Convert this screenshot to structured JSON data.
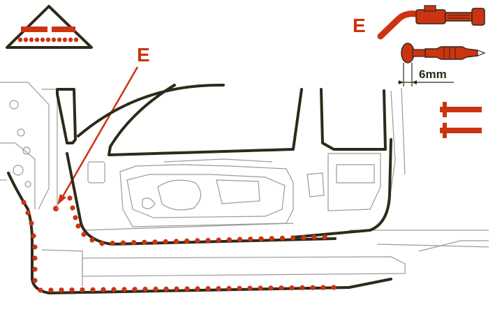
{
  "labels": {
    "callout_main": "E",
    "callout_tool": "E",
    "dimension": "6mm"
  },
  "icons": {
    "warning_triangle": "triangle-spot-weld-symbol-icon",
    "weld_tool": "spot-weld-gun-icon",
    "drill_bit": "spot-weld-cutter-drill-icon",
    "weld_legend": "spot-weld-legend-icon"
  },
  "colors": {
    "accent": "#cc3311",
    "outline": "#2e2a1a",
    "line_light": "#9a9a9a",
    "background": "#ffffff"
  }
}
